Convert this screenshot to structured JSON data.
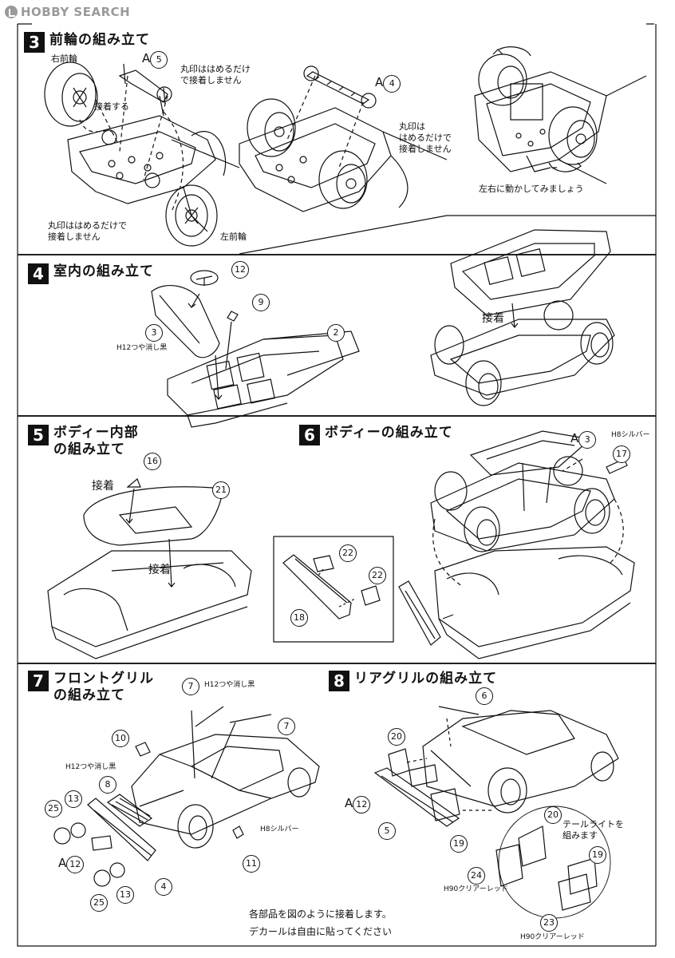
{
  "watermark": {
    "text": "HOBBY SEARCH",
    "icon": "hobbysearch-logo-icon"
  },
  "steps": [
    {
      "num": "3",
      "title": "前輪の組み立て"
    },
    {
      "num": "4",
      "title": "室内の組み立て"
    },
    {
      "num": "5",
      "title": "ボディー内部\nの組み立て"
    },
    {
      "num": "6",
      "title": "ボディーの組み立て"
    },
    {
      "num": "7",
      "title": "フロントグリル\nの組み立て"
    },
    {
      "num": "8",
      "title": "リアグリルの組み立て"
    }
  ],
  "labels": {
    "right_front_wheel": "右前輪",
    "left_front_wheel": "左前輪",
    "glue": "接着する",
    "glue_short": "接着",
    "pin_no_glue_a": "丸印ははめるだけ\nで接着しません",
    "pin_no_glue_b": "丸印ははめるだけで\n接着しません",
    "pin_no_glue_c": "丸印は\nはめるだけで\n接着しません",
    "move_side": "左右に動かしてみましょう",
    "tail_light": "テールライトを\n組みます"
  },
  "paint": {
    "flat_black": {
      "code": "H12",
      "name": "つや消し黒"
    },
    "silver": {
      "code": "H8",
      "name": "シルバー"
    },
    "clear_red": {
      "code": "H90",
      "name": "クリアーレッド"
    }
  },
  "parts": {
    "A5": {
      "group": "A",
      "no": "5"
    },
    "A4": {
      "group": "A",
      "no": "4"
    },
    "A3": {
      "group": "A",
      "no": "3"
    },
    "A12": {
      "group": "A",
      "no": "12"
    },
    "n2": "2",
    "n3": "3",
    "n4": "4",
    "n5": "5",
    "n6": "6",
    "n7": "7",
    "n8": "8",
    "n9": "9",
    "n10": "10",
    "n11": "11",
    "n12": "12",
    "n13": "13",
    "n16": "16",
    "n17": "17",
    "n18": "18",
    "n19": "19",
    "n20": "20",
    "n21": "21",
    "n22": "22",
    "n23": "23",
    "n24": "24",
    "n25": "25"
  },
  "notes": {
    "line1": "各部品を図のように接着します。",
    "line2": "デカールは自由に貼ってください"
  }
}
